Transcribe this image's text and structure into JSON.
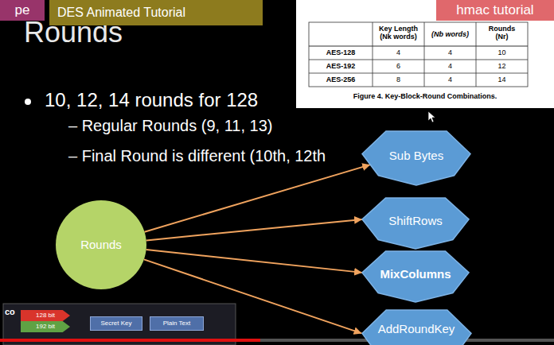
{
  "diagram": {
    "title": "Rounds",
    "nodes": [
      {
        "text": [
          "pe"
        ]
      },
      {
        "text": [
          "DES Animated Tutorial"
        ]
      },
      {
        "text": [
          "hmac tutorial"
        ]
      },
      {
        "text": [
          "Rounds"
        ]
      },
      {
        "text": [
          "Sub Bytes"
        ]
      },
      {
        "text": [
          "ShiftRows"
        ]
      },
      {
        "text": [
          "MixColumns"
        ]
      },
      {
        "text": [
          "AddRoundKey"
        ]
      },
      {
        "text": [
          "128 bit"
        ]
      },
      {
        "text": [
          "192 bit"
        ]
      },
      {
        "text": [
          "Secret Key"
        ]
      },
      {
        "text": [
          "Plain Text"
        ]
      }
    ],
    "edges": [
      {
        "from": 3,
        "to": 4,
        "arrow": "to"
      },
      {
        "from": 3,
        "to": 5,
        "arrow": "to"
      },
      {
        "from": 3,
        "to": 6,
        "arrow": "to"
      },
      {
        "from": 3,
        "to": 7,
        "arrow": "to"
      }
    ],
    "labels": [
      "Key Length (Nk words)",
      "(Nb words)",
      "Rounds (Nr)",
      "AES-128",
      "4",
      "4",
      "10",
      "AES-192",
      "6",
      "4",
      "12",
      "AES-256",
      "8",
      "4",
      "14",
      "Figure 4. Key-Block-Round Combinations.",
      "10, 12, 14 rounds for 128",
      "– Regular Rounds (9, 11, 13)",
      "– Final Round is different (10th, 12th",
      "co"
    ]
  }
}
